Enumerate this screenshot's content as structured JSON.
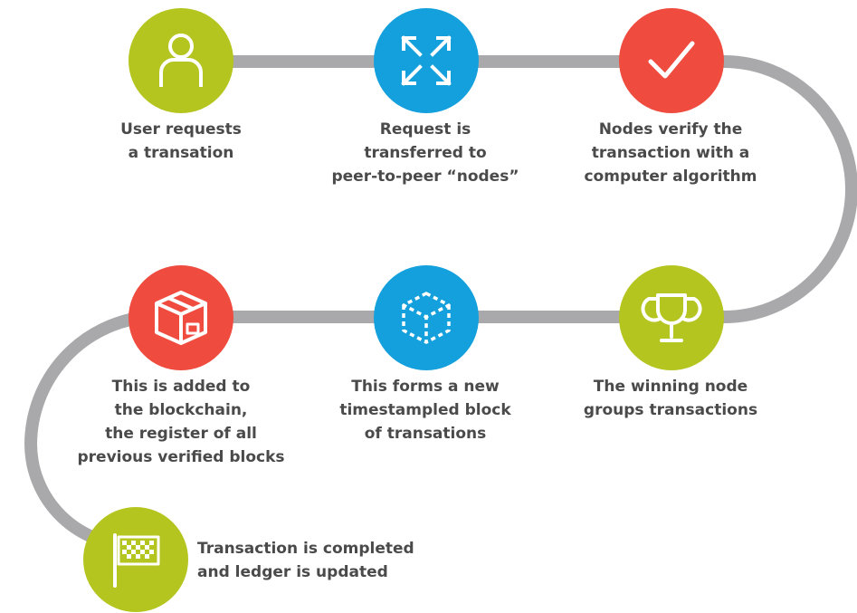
{
  "colors": {
    "track": "#a9a9ab",
    "green": "#b5c51f",
    "blue": "#14a0dc",
    "red": "#ef4b3e",
    "text": "#4a4a4a"
  },
  "steps": [
    {
      "icon": "user-icon",
      "color": "green",
      "text": "User requests\na transation"
    },
    {
      "icon": "expand-arrows-icon",
      "color": "blue",
      "text": "Request is\ntransferred to\npeer-to-peer “nodes”"
    },
    {
      "icon": "checkmark-icon",
      "color": "red",
      "text": "Nodes verify the\ntransaction with a\ncomputer algorithm"
    },
    {
      "icon": "trophy-icon",
      "color": "green",
      "text": "The winning node\ngroups transactions"
    },
    {
      "icon": "dashed-cube-icon",
      "color": "blue",
      "text": "This forms a new\ntimestampled block\nof transations"
    },
    {
      "icon": "package-box-icon",
      "color": "red",
      "text": "This is added to\nthe blockchain,\nthe register of all\nprevious verified blocks"
    },
    {
      "icon": "checkered-flag-icon",
      "color": "green",
      "text": "Transaction is completed\nand ledger is updated"
    }
  ]
}
